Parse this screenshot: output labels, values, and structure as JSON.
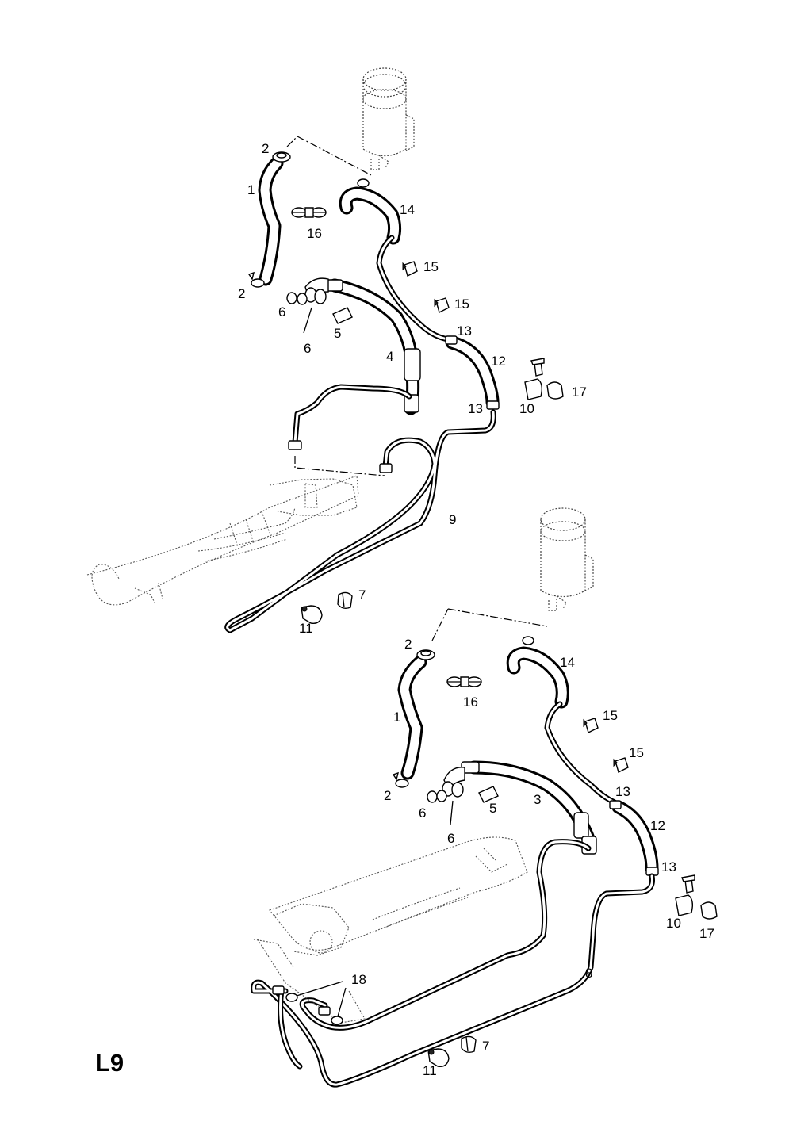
{
  "diagram": {
    "sheet_code": "L9",
    "callouts_upper": {
      "c1": "1",
      "c2a": "2",
      "c2b": "2",
      "c4": "4",
      "c5": "5",
      "c6a": "6",
      "c6b": "6",
      "c7": "7",
      "c9": "9",
      "c10": "10",
      "c11": "11",
      "c12": "12",
      "c13a": "13",
      "c13b": "13",
      "c14": "14",
      "c15a": "15",
      "c15b": "15",
      "c16": "16",
      "c17": "17"
    },
    "callouts_lower": {
      "c1": "1",
      "c2a": "2",
      "c2b": "2",
      "c3": "3",
      "c5": "5",
      "c6a": "6",
      "c6b": "6",
      "c7": "7",
      "c8": "8",
      "c10": "10",
      "c11": "11",
      "c12": "12",
      "c13a": "13",
      "c13b": "13",
      "c14": "14",
      "c15a": "15",
      "c15b": "15",
      "c16": "16",
      "c17": "17",
      "c18": "18"
    }
  }
}
